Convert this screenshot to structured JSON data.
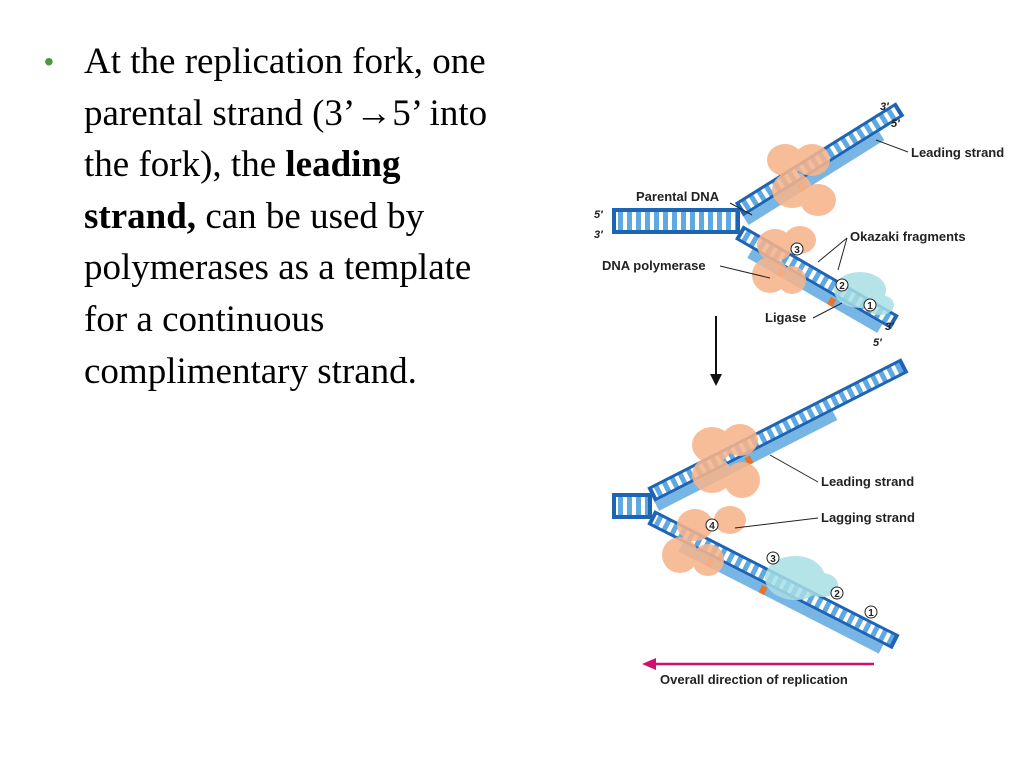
{
  "bullet": {
    "part1": "At the replication fork, one parental strand (3’→5’ into the fork), the ",
    "bold": "leading strand,",
    "part2": " can be used by polymerases as a template for a continuous complimentary strand."
  },
  "figure_top": {
    "parental_dna": "Parental DNA",
    "leading_strand": "Leading strand",
    "okazaki_fragments": "Okazaki fragments",
    "dna_polymerase": "DNA polymerase",
    "ligase": "Ligase",
    "end_3_top": "3′",
    "end_5_top": "5′",
    "end_5_left": "5′",
    "end_3_left": "3′",
    "end_3_bottom": "3′",
    "end_5_bottom": "5′",
    "num_1": "1",
    "num_2": "2",
    "num_3": "3"
  },
  "figure_bottom": {
    "leading_strand": "Leading strand",
    "lagging_strand": "Lagging strand",
    "num_1": "1",
    "num_2": "2",
    "num_3": "3",
    "num_4": "4"
  },
  "direction_label": "Overall direction of replication",
  "colors": {
    "dna_dark": "#1e64b4",
    "dna_light": "#5fa8e0",
    "new_strand": "#9fd0f0",
    "polymerase": "#f6b48c",
    "ligase": "#a7dfe4",
    "rna_primer": "#e8742c",
    "direction_arrow": "#d01070",
    "bullet": "#4a9a3c"
  }
}
